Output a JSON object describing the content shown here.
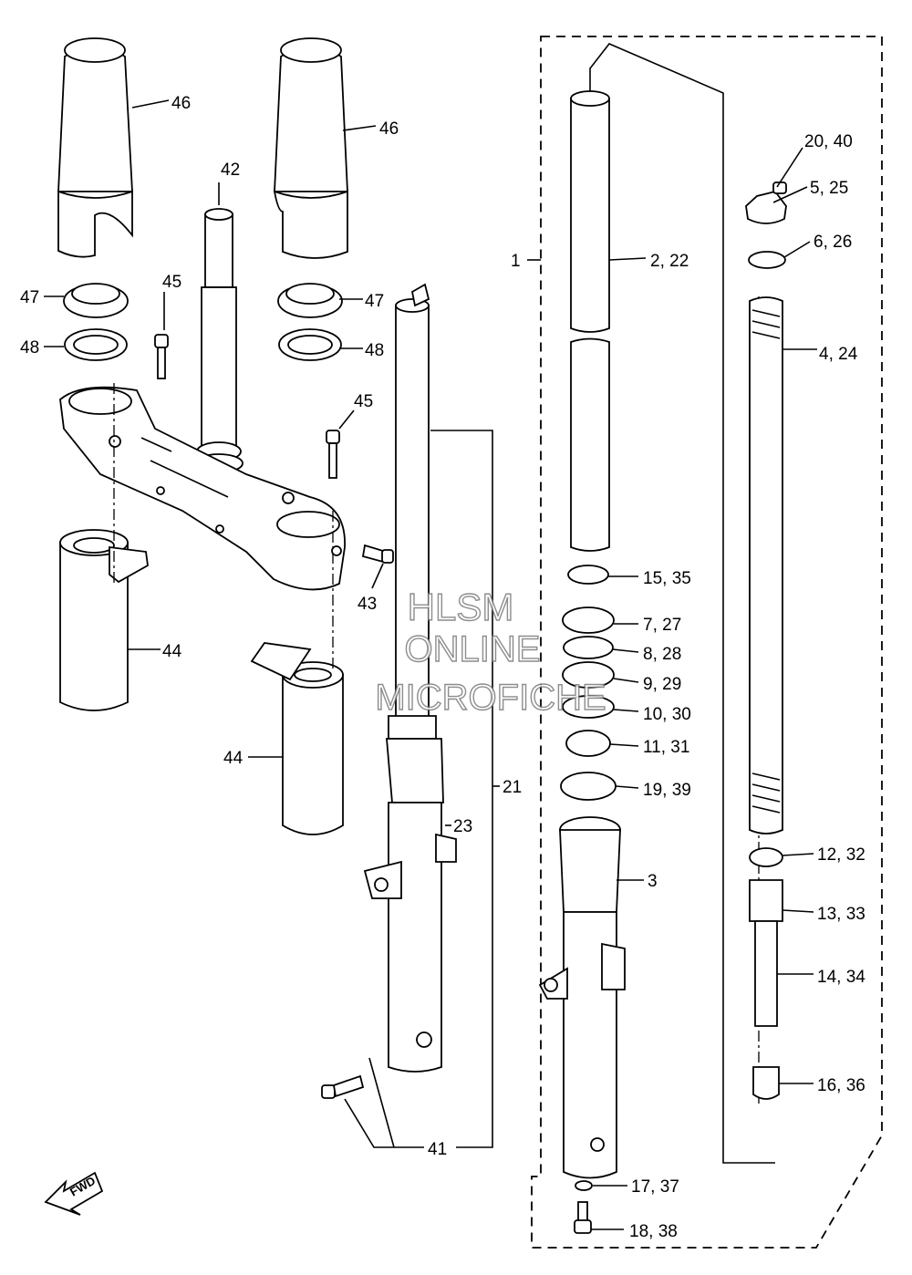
{
  "callouts": [
    {
      "id": "lbl-46-left",
      "text": "46"
    },
    {
      "id": "lbl-46-right",
      "text": "46"
    },
    {
      "id": "lbl-42",
      "text": "42"
    },
    {
      "id": "lbl-45-top",
      "text": "45"
    },
    {
      "id": "lbl-47-left",
      "text": "47"
    },
    {
      "id": "lbl-48-left",
      "text": "48"
    },
    {
      "id": "lbl-47-right",
      "text": "47"
    },
    {
      "id": "lbl-48-right",
      "text": "48"
    },
    {
      "id": "lbl-45-mid",
      "text": "45"
    },
    {
      "id": "lbl-43",
      "text": "43"
    },
    {
      "id": "lbl-44-left",
      "text": "44"
    },
    {
      "id": "lbl-44-bottom",
      "text": "44"
    },
    {
      "id": "lbl-21",
      "text": "21"
    },
    {
      "id": "lbl-23",
      "text": "23"
    },
    {
      "id": "lbl-41",
      "text": "41"
    },
    {
      "id": "lbl-1",
      "text": "1"
    },
    {
      "id": "lbl-2-22",
      "text": "2, 22"
    },
    {
      "id": "lbl-20-40",
      "text": "20, 40"
    },
    {
      "id": "lbl-5-25",
      "text": "5, 25"
    },
    {
      "id": "lbl-6-26",
      "text": "6, 26"
    },
    {
      "id": "lbl-4-24",
      "text": "4, 24"
    },
    {
      "id": "lbl-15-35",
      "text": "15, 35"
    },
    {
      "id": "lbl-7-27",
      "text": "7, 27"
    },
    {
      "id": "lbl-8-28",
      "text": "8, 28"
    },
    {
      "id": "lbl-9-29",
      "text": "9, 29"
    },
    {
      "id": "lbl-10-30",
      "text": "10, 30"
    },
    {
      "id": "lbl-11-31",
      "text": "11, 31"
    },
    {
      "id": "lbl-19-39",
      "text": "19, 39"
    },
    {
      "id": "lbl-3",
      "text": "3"
    },
    {
      "id": "lbl-12-32",
      "text": "12, 32"
    },
    {
      "id": "lbl-13-33",
      "text": "13, 33"
    },
    {
      "id": "lbl-14-34",
      "text": "14, 34"
    },
    {
      "id": "lbl-16-36",
      "text": "16, 36"
    },
    {
      "id": "lbl-17-37",
      "text": "17, 37"
    },
    {
      "id": "lbl-18-38",
      "text": "18, 38"
    }
  ],
  "fwd_arrow": {
    "text": "FWD",
    "icon": "forward-direction-arrow-icon"
  },
  "watermark": {
    "line1": "HLSM",
    "line2": "ONLINE",
    "line3": "MICROFICHE"
  },
  "colors": {
    "line": "#000000",
    "background": "#ffffff",
    "watermark_outline": "#7a7a7a"
  }
}
